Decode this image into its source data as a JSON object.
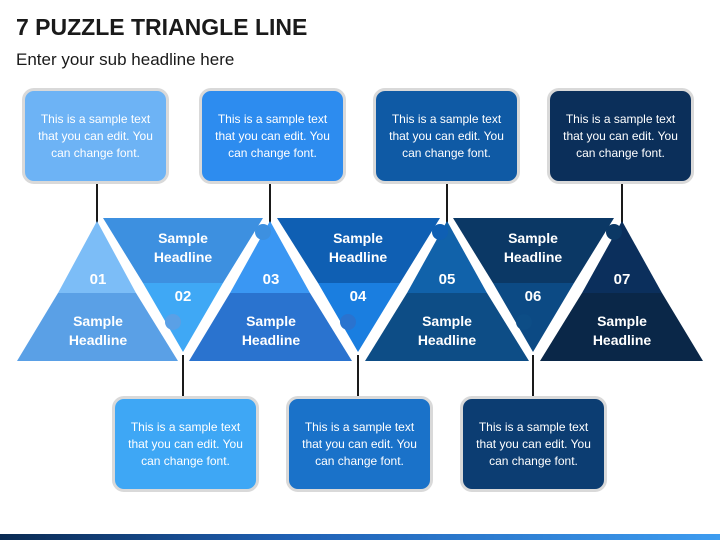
{
  "header": {
    "title": "7 PUZZLE TRIANGLE LINE",
    "subtitle": "Enter your sub headline here"
  },
  "colors": {
    "c1": "#6fb4f5",
    "c2": "#5aa8f0",
    "c3": "#2f8ef0",
    "c4": "#2677d8",
    "c5": "#1f60b4",
    "c6": "#0f4f96",
    "c7": "#0c3b6e",
    "c8": "#0a2a52",
    "connector": "#1a1a1a"
  },
  "pieces": [
    {
      "number": "01",
      "headline_top": "",
      "headline_bottom": "Sample Headline"
    },
    {
      "number": "02",
      "headline_top": "Sample Headline"
    },
    {
      "number": "03",
      "headline_bottom": "Sample Headline"
    },
    {
      "number": "04",
      "headline_top": "Sample Headline"
    },
    {
      "number": "05",
      "headline_bottom": "Sample Headline"
    },
    {
      "number": "06",
      "headline_top": "Sample Headline"
    },
    {
      "number": "07",
      "headline_bottom": "Sample Headline"
    }
  ],
  "callouts": [
    {
      "text": "This is a sample text that you can edit. You can change font."
    },
    {
      "text": "This is a sample text that you can edit. You can change font."
    },
    {
      "text": "This is a sample text that you can edit. You can change font."
    },
    {
      "text": "This is a sample text that you can edit. You can change font."
    },
    {
      "text": "This is a sample text that you can edit. You can change font."
    },
    {
      "text": "This is a sample text that you can edit. You can change font."
    },
    {
      "text": "This is a sample text that you can edit. You can change font."
    }
  ]
}
